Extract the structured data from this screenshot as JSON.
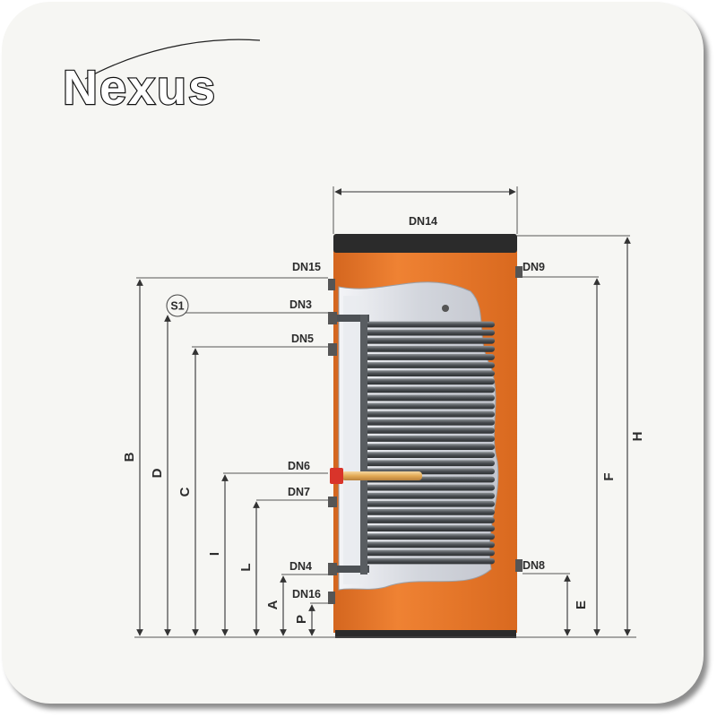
{
  "brand": {
    "name": "Nexus"
  },
  "connections": {
    "top": "DN14",
    "upper_left": "DN15",
    "upper_right": "DN9",
    "coil_inlet": "DN3",
    "coil_outlet": "DN5",
    "heater_port": "DN6",
    "middle_port": "DN7",
    "lower_left": "DN4",
    "lower_right": "DN8",
    "drain": "DN16"
  },
  "sensor": {
    "label": "S1"
  },
  "dimensions": {
    "A": "A",
    "B": "B",
    "C": "C",
    "D": "D",
    "E": "E",
    "F": "F",
    "H": "H",
    "I": "I",
    "L": "L",
    "P": "P"
  },
  "colors": {
    "insulation": "#e8792b",
    "top_cap": "#2b2b2b",
    "inner_tank": "#dadce3",
    "coil": "#4d5155",
    "heater_rod": "#e9b764",
    "heater_cap": "#d9342a",
    "dimension_lines": "#3a3a3a"
  }
}
